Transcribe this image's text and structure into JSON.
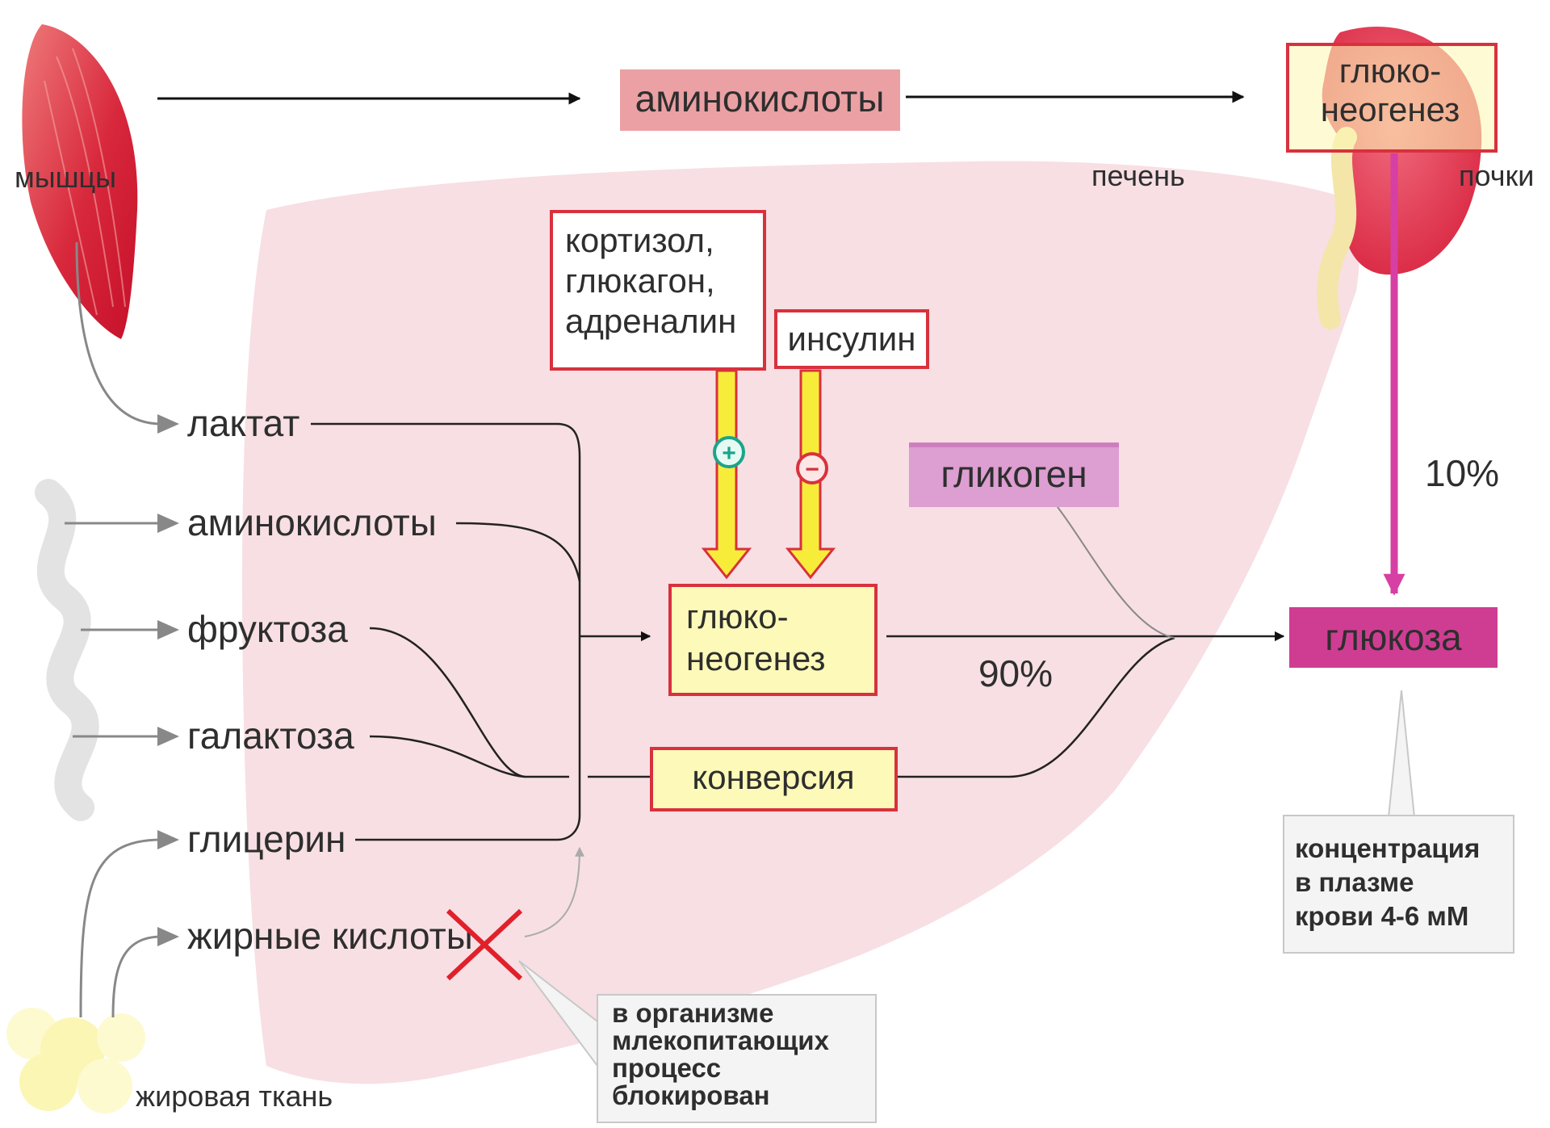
{
  "organs": {
    "muscle": "мышцы",
    "liver": "печень",
    "kidneys": "почки",
    "adipose": "жировая ткань"
  },
  "top_flow": {
    "aminoacids": "аминокислоты",
    "kidney_gng_line1": "глюко-",
    "kidney_gng_line2": "неогенез"
  },
  "hormones": {
    "stimulators": [
      "кортизол,",
      "глюкагон,",
      "адреналин"
    ],
    "inhibitor": "инсулин",
    "plus_sign": "+",
    "minus_sign": "−"
  },
  "substrates": [
    "лактат",
    "аминокислоты",
    "фруктоза",
    "галактоза",
    "глицерин",
    "жирные кислоты"
  ],
  "liver_gng": {
    "line1": "глюко-",
    "line2": "неогенез"
  },
  "conversion": "конверсия",
  "glycogen": "гликоген",
  "glucose": "глюкоза",
  "percentages": {
    "liver": "90%",
    "kidney": "10%"
  },
  "plasma_note": [
    "концентрация",
    "в плазме",
    "крови 4-6 мМ"
  ],
  "blocked_note": [
    "в организме",
    "млекопитающих",
    "процесс",
    "блокирован"
  ],
  "colors": {
    "liver_bg": "#f7dfe3",
    "box_fill": "#fdf9b8",
    "box_border": "#d8313d",
    "arrow_yellow": "#f7ec3a",
    "arrow_magenta": "#d63fa3",
    "glucose_fill": "#cf3d93",
    "glycogen_fill": "#dd9ed1",
    "aminoacid_fill": "#eba0a3",
    "cross_red": "#e0202a"
  }
}
